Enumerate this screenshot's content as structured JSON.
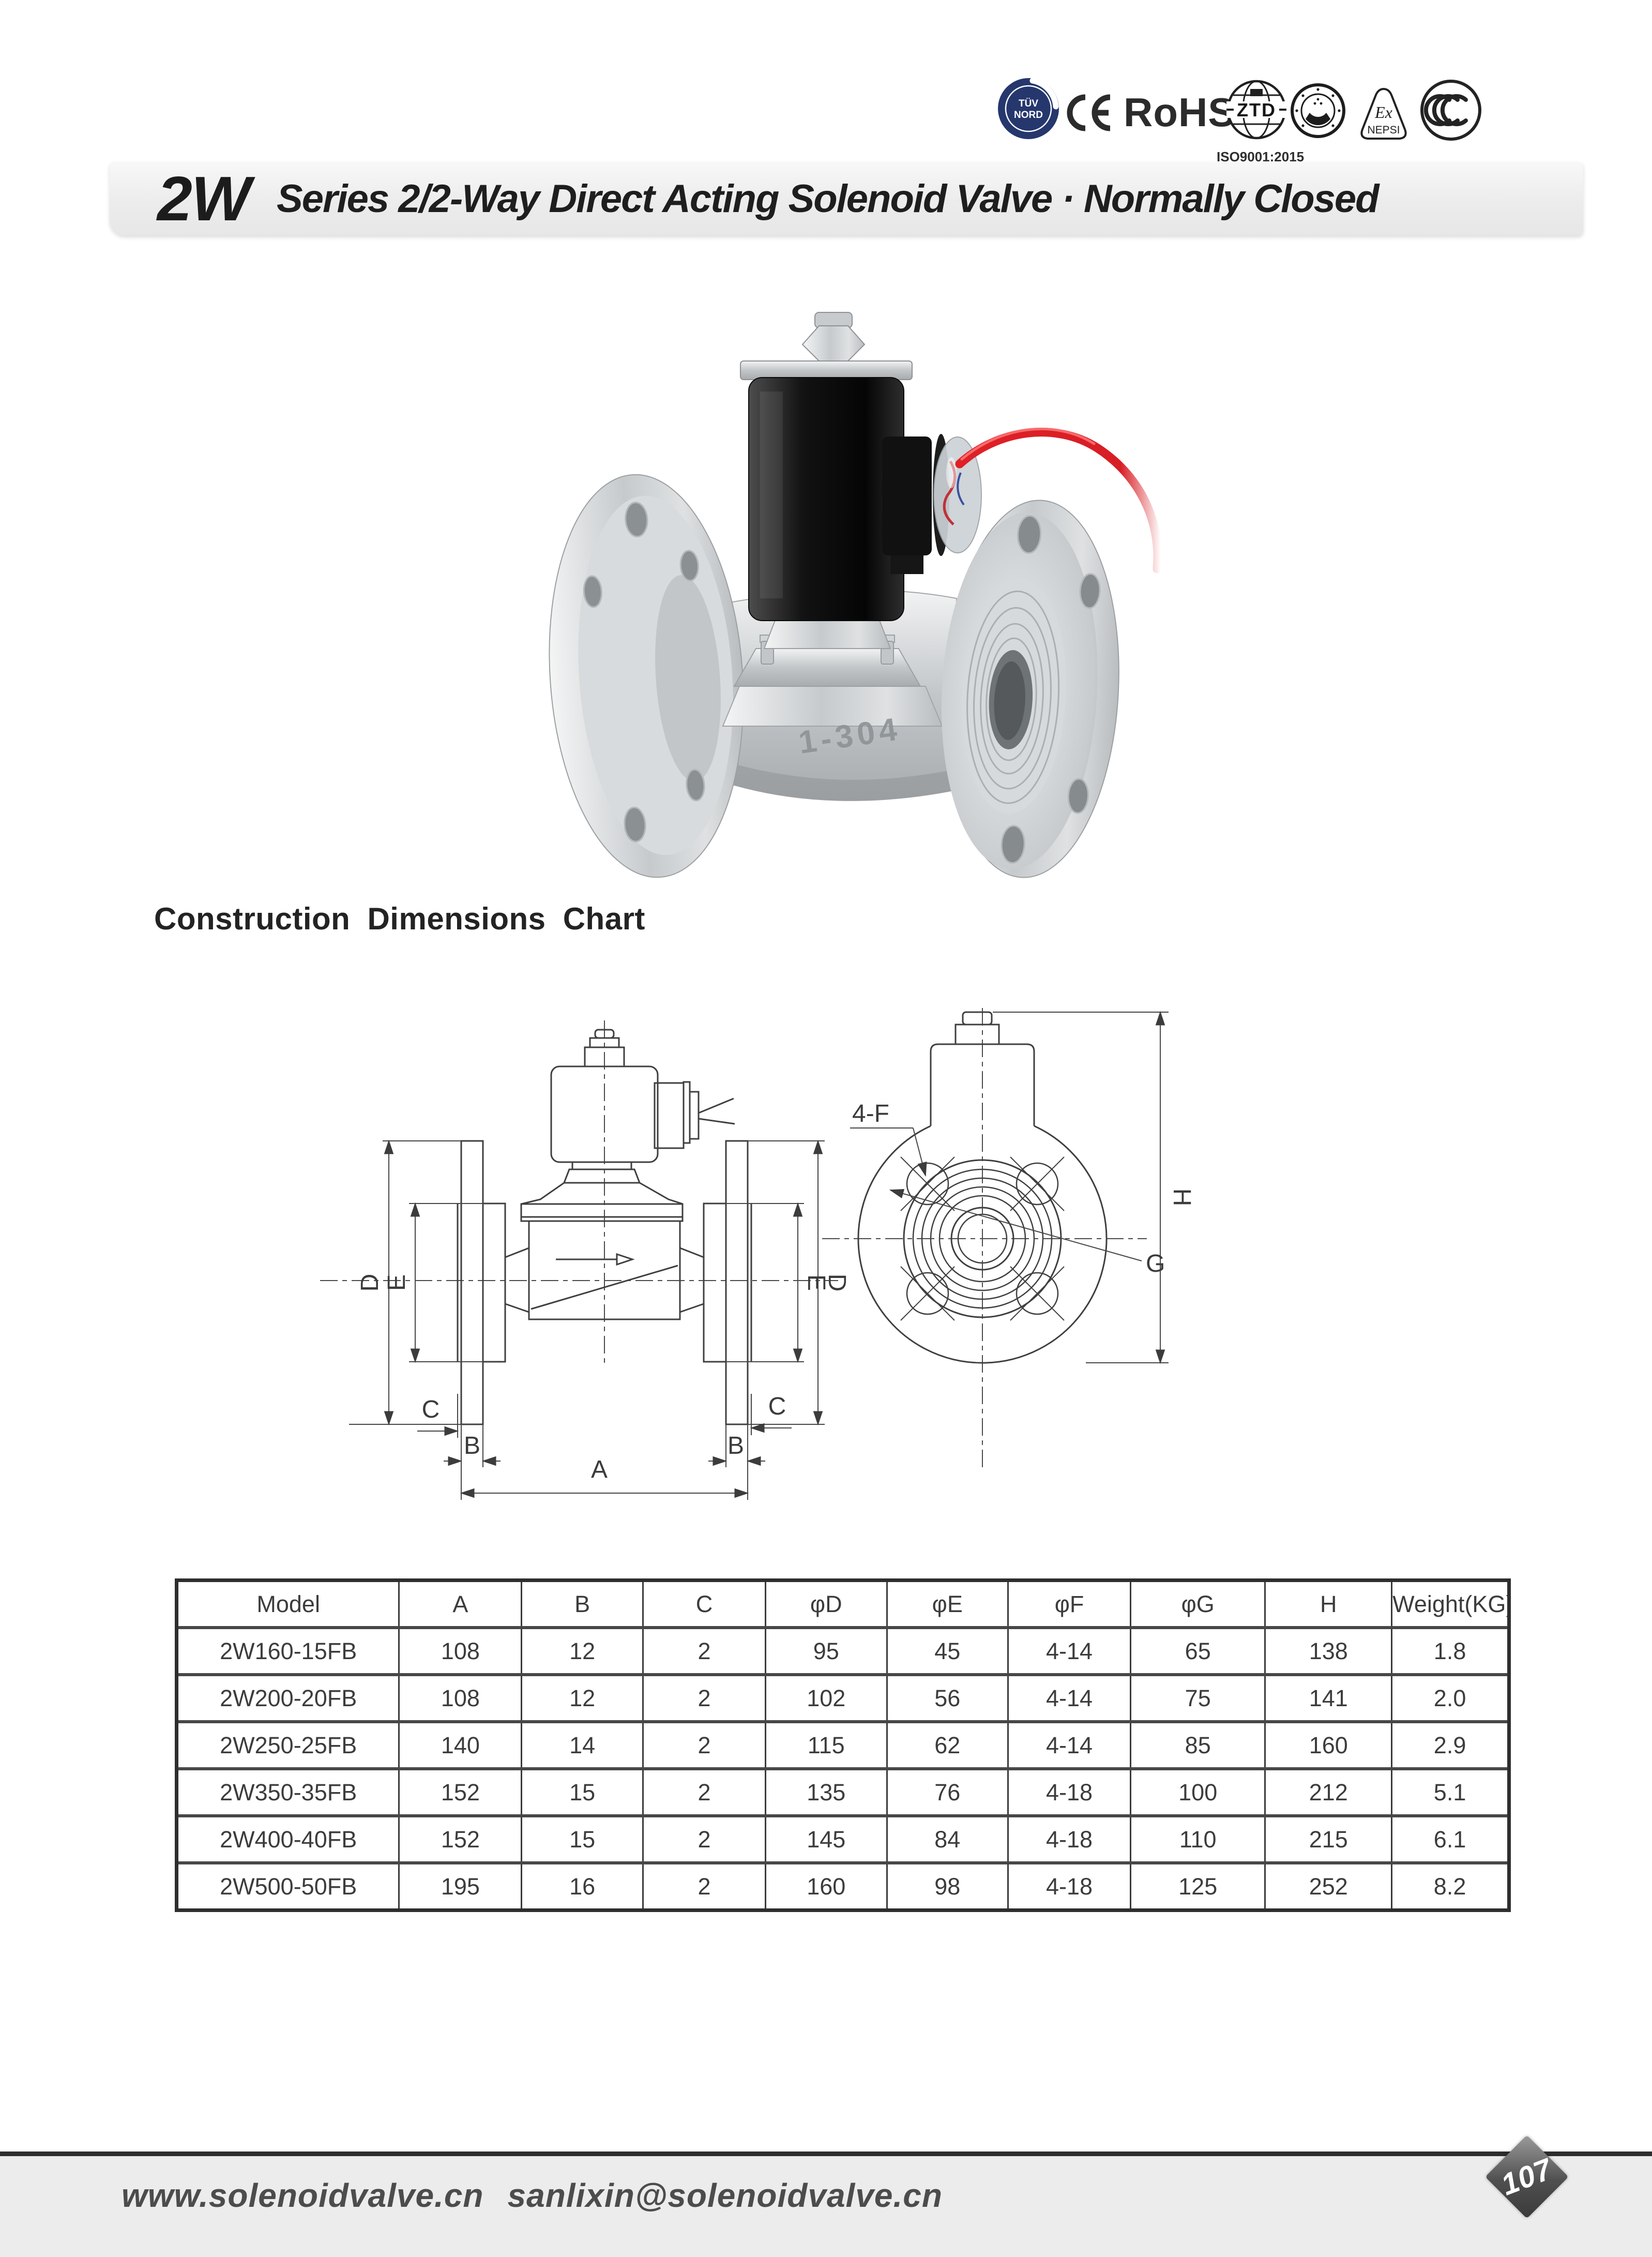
{
  "certifications": {
    "tuv": {
      "line1": "TÜV",
      "line2": "NORD"
    },
    "rohs": "RoHS",
    "ztd": "ZTD",
    "iso_caption": "ISO9001:2015",
    "ex": "Ex",
    "nepsi": "NEPSI",
    "ccc": "CCC"
  },
  "header": {
    "series": "2W",
    "title": "Series 2/2-Way Direct Acting Solenoid Valve · Normally Closed"
  },
  "photo": {
    "body_marking": "1-304"
  },
  "section_heading": "Construction Dimensions Chart",
  "drawing_labels": {
    "a": "A",
    "b": "B",
    "c": "C",
    "d": "D",
    "e": "E",
    "four_f": "4-F",
    "g": "G",
    "h": "H"
  },
  "table": {
    "columns": [
      "Model",
      "A",
      "B",
      "C",
      "φD",
      "φE",
      "φF",
      "φG",
      "H",
      "Weight(KG)"
    ],
    "rows": [
      [
        "2W160-15FB",
        "108",
        "12",
        "2",
        "95",
        "45",
        "4-14",
        "65",
        "138",
        "1.8"
      ],
      [
        "2W200-20FB",
        "108",
        "12",
        "2",
        "102",
        "56",
        "4-14",
        "75",
        "141",
        "2.0"
      ],
      [
        "2W250-25FB",
        "140",
        "14",
        "2",
        "115",
        "62",
        "4-14",
        "85",
        "160",
        "2.9"
      ],
      [
        "2W350-35FB",
        "152",
        "15",
        "2",
        "135",
        "76",
        "4-18",
        "100",
        "212",
        "5.1"
      ],
      [
        "2W400-40FB",
        "152",
        "15",
        "2",
        "145",
        "84",
        "4-18",
        "110",
        "215",
        "6.1"
      ],
      [
        "2W500-50FB",
        "195",
        "16",
        "2",
        "160",
        "98",
        "4-18",
        "125",
        "252",
        "8.2"
      ]
    ]
  },
  "footer": {
    "website": "www.solenoidvalve.cn",
    "email": "sanlixin@solenoidvalve.cn",
    "page_number": "107"
  }
}
